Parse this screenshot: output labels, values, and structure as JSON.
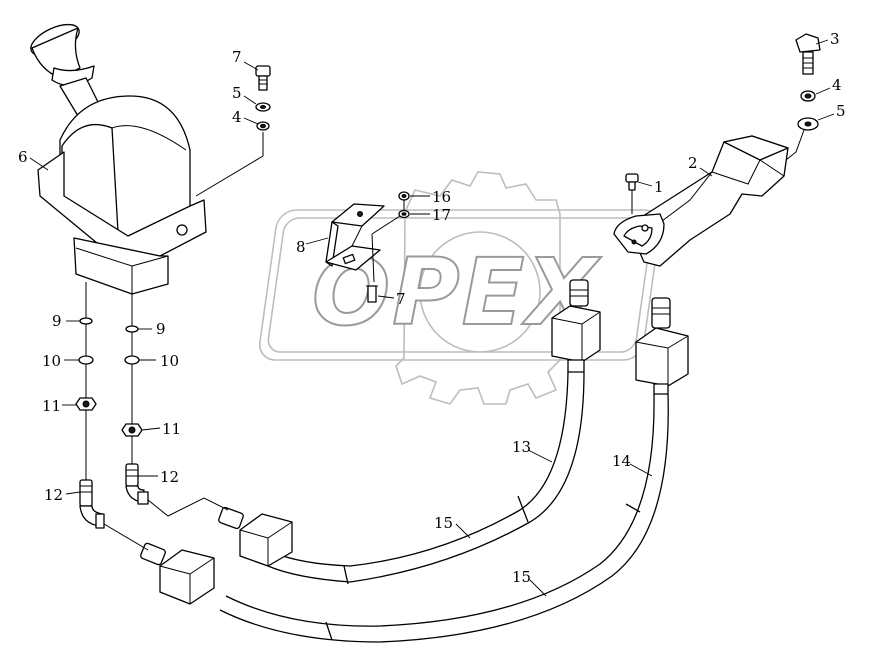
{
  "watermark": {
    "logo_text": "OPEX",
    "color": "#bdbdbd"
  },
  "callouts": [
    {
      "id": "c1",
      "label": "1"
    },
    {
      "id": "c2",
      "label": "2"
    },
    {
      "id": "c3",
      "label": "3"
    },
    {
      "id": "c4r",
      "label": "4"
    },
    {
      "id": "c5r",
      "label": "5"
    },
    {
      "id": "c4l",
      "label": "4"
    },
    {
      "id": "c5l",
      "label": "5"
    },
    {
      "id": "c6",
      "label": "6"
    },
    {
      "id": "c7a",
      "label": "7"
    },
    {
      "id": "c7b",
      "label": "7"
    },
    {
      "id": "c8",
      "label": "8"
    },
    {
      "id": "c9a",
      "label": "9"
    },
    {
      "id": "c9b",
      "label": "9"
    },
    {
      "id": "c10a",
      "label": "10"
    },
    {
      "id": "c10b",
      "label": "10"
    },
    {
      "id": "c11a",
      "label": "11"
    },
    {
      "id": "c11b",
      "label": "11"
    },
    {
      "id": "c12a",
      "label": "12"
    },
    {
      "id": "c12b",
      "label": "12"
    },
    {
      "id": "c13",
      "label": "13"
    },
    {
      "id": "c14",
      "label": "14"
    },
    {
      "id": "c15a",
      "label": "15"
    },
    {
      "id": "c15b",
      "label": "15"
    },
    {
      "id": "c16",
      "label": "16"
    },
    {
      "id": "c17",
      "label": "17"
    }
  ]
}
